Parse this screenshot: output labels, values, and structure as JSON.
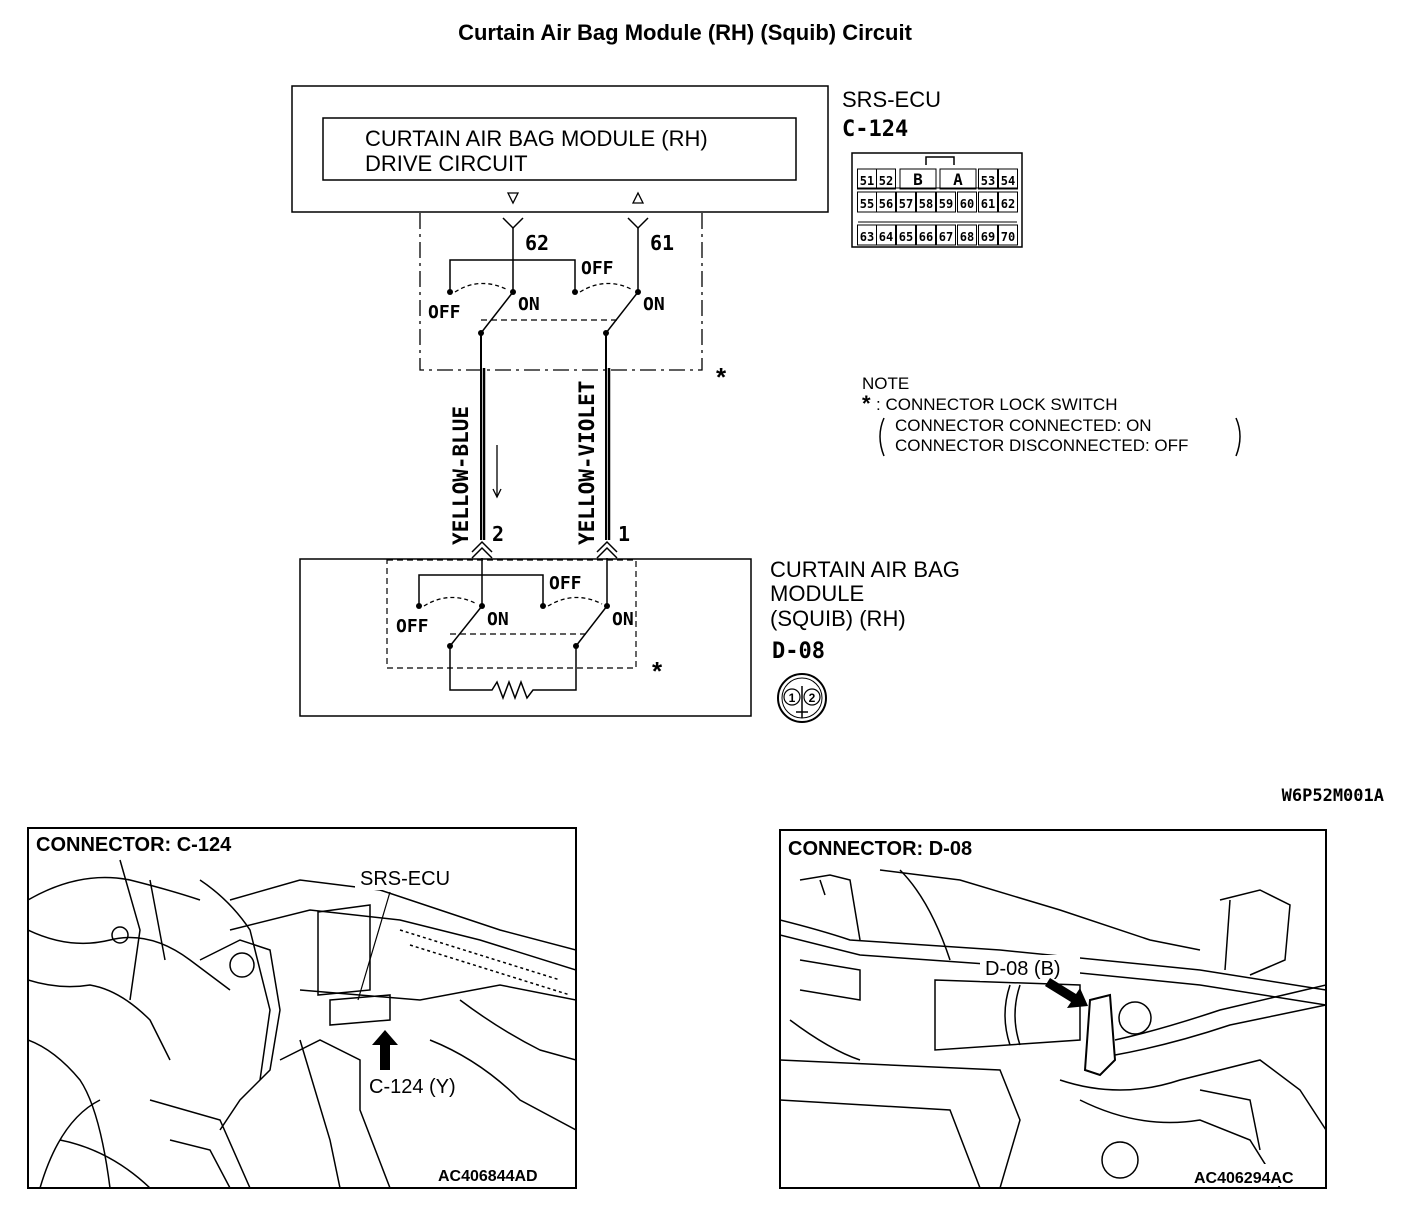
{
  "title": "Curtain Air Bag Module (RH) (Squib) Circuit",
  "ecu": {
    "name": "SRS-ECU",
    "connector": "C-124",
    "drive_circuit_line1": "CURTAIN AIR BAG MODULE (RH)",
    "drive_circuit_line2": "DRIVE CIRCUIT",
    "pin_left": "62",
    "pin_right": "61",
    "switch_off": "OFF",
    "switch_on": "ON",
    "pin_face": {
      "row1": [
        "51",
        "52",
        "B",
        "A",
        "53",
        "54"
      ],
      "row2": [
        "55",
        "56",
        "57",
        "58",
        "59",
        "60",
        "61",
        "62"
      ],
      "row3": [
        "63",
        "64",
        "65",
        "66",
        "67",
        "68",
        "69",
        "70"
      ]
    }
  },
  "wires": {
    "left": "YELLOW-BLUE",
    "right": "YELLOW-VIOLET"
  },
  "module": {
    "line1": "CURTAIN AIR BAG",
    "line2": "MODULE",
    "line3": "(SQUIB) (RH)",
    "connector": "D-08",
    "pin_left": "2",
    "pin_right": "1",
    "pin_face_left": "1",
    "pin_face_right": "2",
    "switch_off": "OFF",
    "switch_on": "ON"
  },
  "asterisk": "*",
  "note": {
    "heading": "NOTE",
    "line1": ": CONNECTOR LOCK SWITCH",
    "line2": "CONNECTOR CONNECTED: ON",
    "line3": "CONNECTOR DISCONNECTED: OFF"
  },
  "diagram_code": "W6P52M001A",
  "photo_left": {
    "title": "CONNECTOR: C-124",
    "label_ecu": "SRS-ECU",
    "label_connector": "C-124 (Y)",
    "code": "AC406844AD"
  },
  "photo_right": {
    "title": "CONNECTOR: D-08",
    "label_connector": "D-08 (B)",
    "code": "AC406294AC"
  }
}
